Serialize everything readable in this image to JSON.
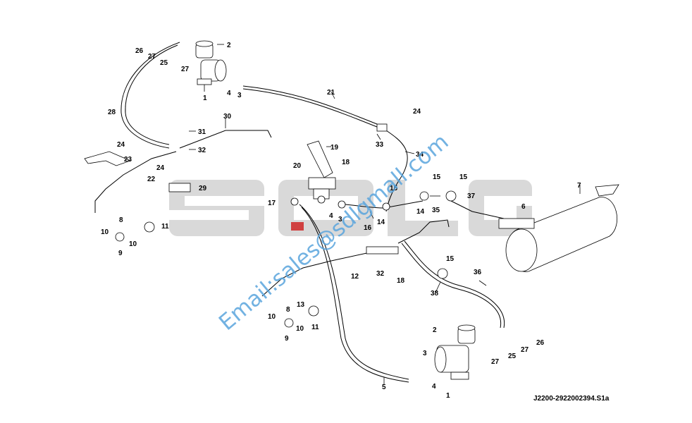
{
  "watermark": {
    "logo_text": "SDLG",
    "email": "Email:sales@sdlgmall.com"
  },
  "drawing_code": "J2200-2922002394.S1a",
  "callouts": {
    "c1a": "1",
    "c1b": "1",
    "c2a": "2",
    "c2b": "2",
    "c3a": "3",
    "c3b": "3",
    "c3c": "3",
    "c4a": "4",
    "c4b": "4",
    "c4c": "4",
    "c5": "5",
    "c6": "6",
    "c7": "7",
    "c8a": "8",
    "c8b": "8",
    "c9a": "9",
    "c9b": "9",
    "c10a": "10",
    "c10b": "10",
    "c10c": "10",
    "c10d": "10",
    "c11a": "11",
    "c11b": "11",
    "c12": "12",
    "c13": "13",
    "c14a": "14",
    "c14b": "14",
    "c15a": "15",
    "c15b": "15",
    "c15c": "15",
    "c15d": "15",
    "c16": "16",
    "c17": "17",
    "c18a": "18",
    "c18b": "18",
    "c19": "19",
    "c20": "20",
    "c21": "21",
    "c22": "22",
    "c23": "23",
    "c24a": "24",
    "c24b": "24",
    "c24c": "24",
    "c25a": "25",
    "c25b": "25",
    "c26a": "26",
    "c26b": "26",
    "c27a": "27",
    "c27b": "27",
    "c27c": "27",
    "c27d": "27",
    "c28": "28",
    "c29": "29",
    "c30": "30",
    "c31": "31",
    "c32a": "32",
    "c32b": "32",
    "c33": "33",
    "c34": "34",
    "c35": "35",
    "c36": "36",
    "c37": "37",
    "c38": "38"
  },
  "colors": {
    "watermark_blue": "#5aa5dd",
    "logo_gray": "#d9d9d9",
    "line": "#000000"
  }
}
